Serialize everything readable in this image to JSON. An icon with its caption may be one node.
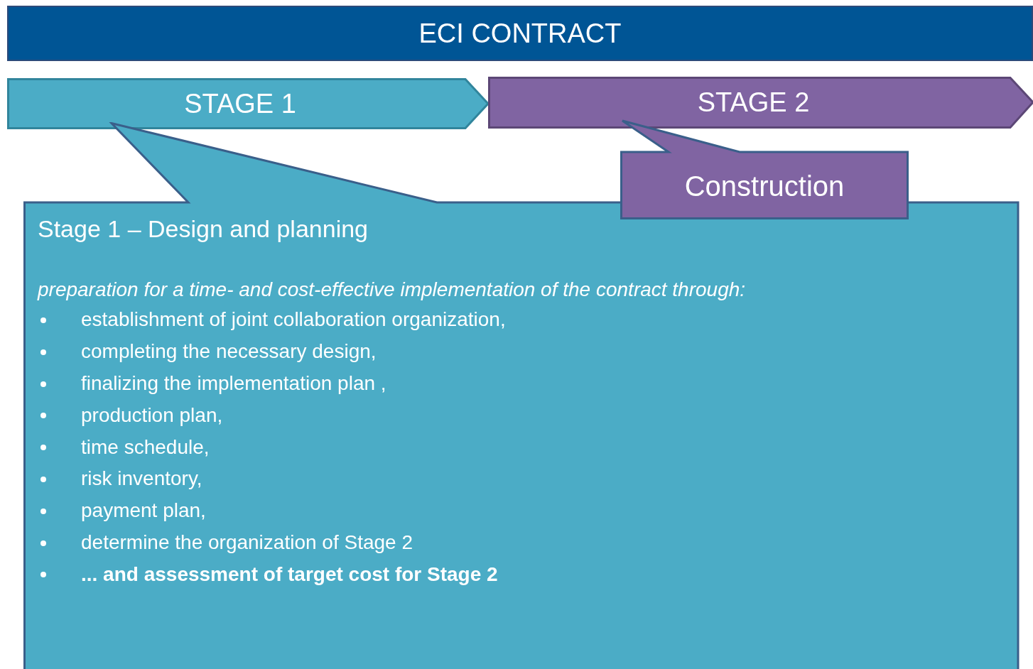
{
  "diagram": {
    "nodes": [
      {
        "text": [
          "ECI CONTRACT"
        ]
      },
      {
        "text": [
          "STAGE 1"
        ]
      },
      {
        "text": [
          "STAGE 2"
        ]
      },
      {
        "text": [
          "Construction"
        ]
      },
      {
        "text": [
          "Stage 1 – Design and planning",
          "preparation for a time- and cost-effective implementation of the contract through:",
          "establishment of joint collaboration organization,",
          "completing the necessary design,",
          "finalizing the implementation plan ,",
          "production plan,",
          "time schedule,",
          "risk inventory,",
          "payment plan,",
          "determine the organization of Stage 2",
          "... and assessment of target cost for Stage 2"
        ]
      }
    ]
  }
}
